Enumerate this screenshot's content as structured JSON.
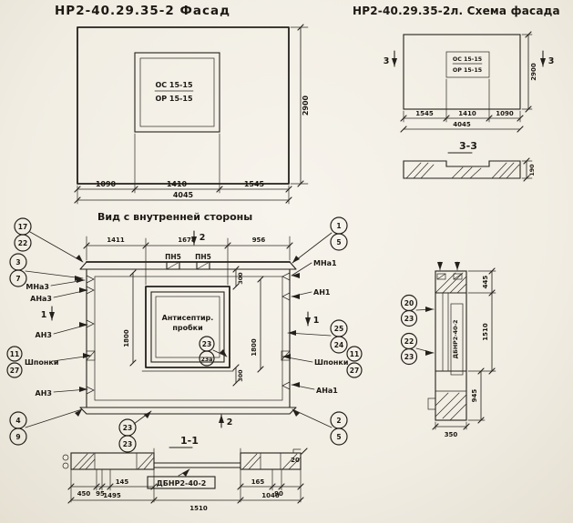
{
  "facade": {
    "title": "НР2-40.29.35-2  Фасад",
    "window_line1": "ОС 15-15",
    "window_line2": "ОР 15-15",
    "dims": [
      "1090",
      "1410",
      "1545"
    ],
    "total": "4045",
    "height": "2900"
  },
  "schema": {
    "title": "НР2-40.29.35-2л. Схема фасада",
    "window_line1": "ОС 15-15",
    "window_line2": "ОР 15-15",
    "mark_left": "3",
    "mark_right": "3",
    "dims": [
      "1545",
      "1410",
      "1090"
    ],
    "total": "4045",
    "height": "2900",
    "section_title": "3-3",
    "profile_dim": "190"
  },
  "inner": {
    "title": "Вид с внутренней стороны",
    "dims_top": [
      "1411",
      "1678",
      "956"
    ],
    "mark_top": "2",
    "mark_bottom": "2",
    "mark_left": "1",
    "mark_right": "1",
    "plates": [
      "ПН5",
      "ПН5"
    ],
    "callout_tl": [
      "17",
      "22"
    ],
    "callout_l2": [
      "3",
      "7"
    ],
    "callout_bl": [
      "4",
      "9"
    ],
    "callout_tr": [
      "1",
      "5"
    ],
    "callout_r2": [
      "25",
      "24"
    ],
    "callout_br": [
      "2",
      "5"
    ],
    "callout_keys_left": [
      "11",
      "27"
    ],
    "callout_keys_right": [
      "11",
      "27"
    ],
    "callout_window": [
      "23",
      "23а"
    ],
    "callout_bottom": [
      "23",
      "23"
    ],
    "label_mna3": "МНа3",
    "label_ana3": "АНа3",
    "label_an3_top": "АН3",
    "label_an3_bottom": "АН3",
    "label_mna1": "МНа1",
    "label_an1": "АН1",
    "label_ana1": "АНа1",
    "label_keys_left": "Шпонки",
    "label_keys_right": "Шпонки",
    "note_line1": "Антисептир.",
    "note_line2": "пробки",
    "dim_300_top": "300",
    "dim_300_bottom": "300",
    "dim_1800_left": "1800",
    "dim_1800_right": "1800"
  },
  "section11": {
    "title": "1-1",
    "beam_label": "ДБНР2-40-2",
    "dim_450": "450",
    "dim_95": "95",
    "dim_145": "145",
    "dim_165": "165",
    "dim_90": "90",
    "dim_20": "20",
    "dims_main": [
      "1495",
      "1510",
      "1040"
    ]
  },
  "section22": {
    "beam_label": "ДБНР2-40-2",
    "callout_top": [
      "20",
      "23"
    ],
    "callout_bottom": [
      "22",
      "23"
    ],
    "dim_top": "445",
    "dim_mid": "1510",
    "dim_low": "945",
    "dim_width": "350"
  }
}
